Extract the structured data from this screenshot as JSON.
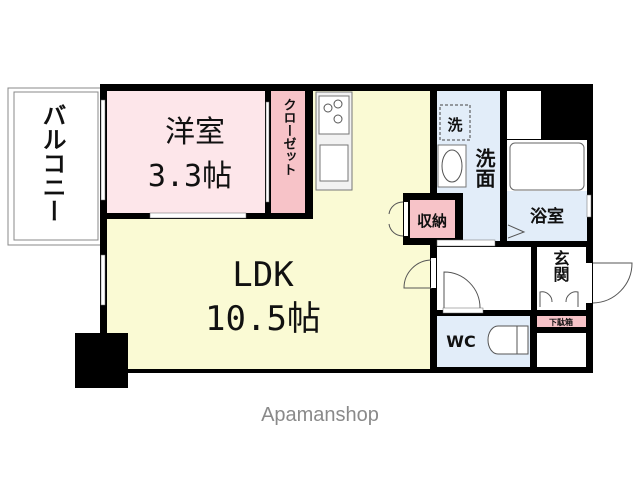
{
  "floorplan": {
    "rooms": {
      "balcony": "バルコニー",
      "western_room": "洋室",
      "western_room_size": "3.3帖",
      "closet": "クローゼット",
      "ldk": "LDK",
      "ldk_size": "10.5帖",
      "storage": "収納",
      "washroom": "洗面",
      "washer": "洗",
      "bathroom": "浴室",
      "entrance": "玄関",
      "shoe_box": "下駄箱",
      "toilet": "WC"
    },
    "colors": {
      "western_room": "#fde6ea",
      "closet": "#f7c3c8",
      "ldk": "#fafad4",
      "water_area": "#e2edf9",
      "storage": "#f7c3c8",
      "wall": "#000000"
    }
  },
  "watermark": "Apamanshop"
}
